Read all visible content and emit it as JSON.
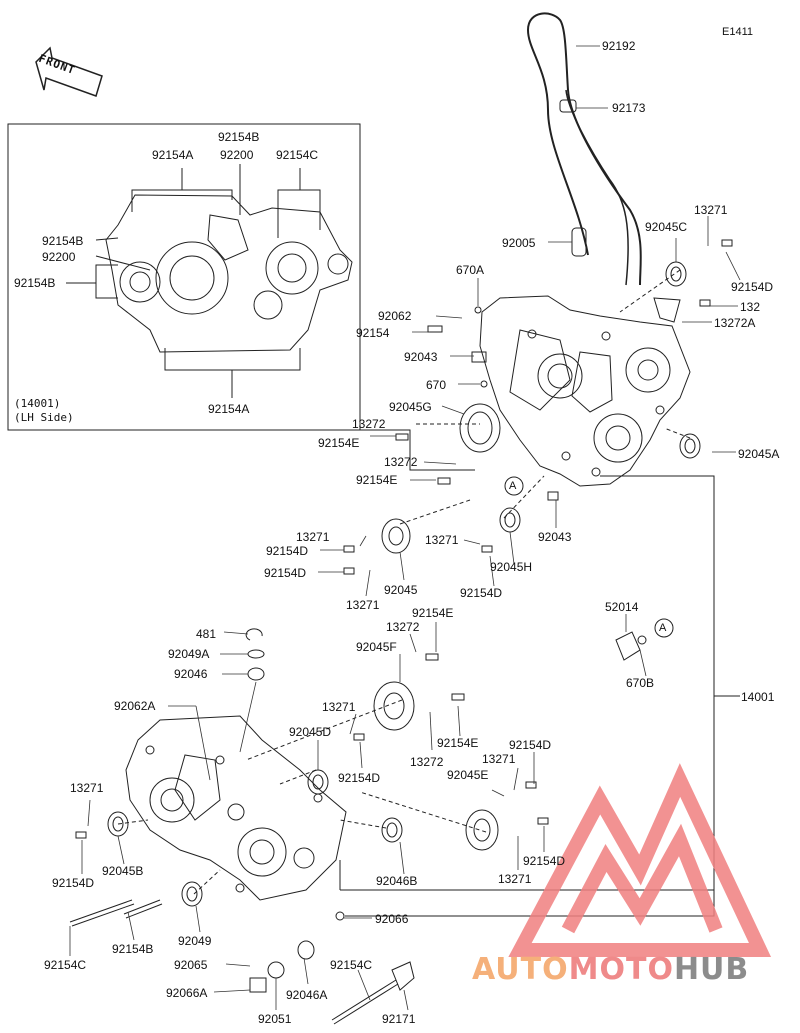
{
  "diagram_code": "E1411",
  "front_text": "FRONT",
  "inset": {
    "note_line1": "(14001)",
    "note_line2": "(LH Side)"
  },
  "watermark": {
    "part1": "AUTO",
    "part2": "MOTO",
    "part3": "HUB",
    "colors": [
      "#f5b07a",
      "#ef8a8a",
      "#8c8c8c"
    ]
  },
  "callouts": {
    "A": "A",
    "p92192": "92192",
    "p92173": "92173",
    "p13271_top": "13271",
    "p92045C": "92045C",
    "p92005": "92005",
    "p92154D_top": "92154D",
    "p670A": "670A",
    "p132": "132",
    "p92062": "92062",
    "p13272A": "13272A",
    "p92154_mid": "92154",
    "p92043_top": "92043",
    "p670": "670",
    "p92045G": "92045G",
    "p13272_a": "13272",
    "p92045A": "92045A",
    "p92154E_a": "92154E",
    "p13272_b": "13272",
    "p92154E_b": "92154E",
    "p92043_b": "92043",
    "p13271_a": "13271",
    "p13271_b": "13271",
    "p92154D_a": "92154D",
    "p92045H": "92045H",
    "p92154D_b": "92154D",
    "p92045": "92045",
    "p13271_c": "13271",
    "p92154D_c": "92154D",
    "p52014": "52014",
    "p670B": "670B",
    "p481": "481",
    "p92154E_c": "92154E",
    "p92049A": "92049A",
    "p13272_c": "13272",
    "p92046": "92046",
    "p92045F": "92045F",
    "p92062A": "92062A",
    "p13271_d": "13271",
    "p92045D": "92045D",
    "p14001": "14001",
    "p92154E_d": "92154E",
    "p92154D_d": "92154D",
    "p13272_d": "13272",
    "p92154D_e": "92154D",
    "p13271_e": "13271",
    "p92045E": "92045E",
    "p13271_f": "13271",
    "p92045B": "92045B",
    "p92154D_f": "92154D",
    "p92154D_g": "92154D",
    "p13271_g": "13271",
    "p92046B": "92046B",
    "p92066": "92066",
    "p92049": "92049",
    "p92154C_a": "92154C",
    "p92154B_low": "92154B",
    "p92065": "92065",
    "p92154C_b": "92154C",
    "p92066A": "92066A",
    "p92046A": "92046A",
    "p92051": "92051",
    "p92171": "92171",
    "p92154B_ia": "92154B",
    "p92154A_ia": "92154A",
    "p92200_ia": "92200",
    "p92154C_ia": "92154C",
    "p92154B_ib": "92154B",
    "p92200_ib": "92200",
    "p92154B_ic": "92154B",
    "p92154A_ib": "92154A"
  }
}
